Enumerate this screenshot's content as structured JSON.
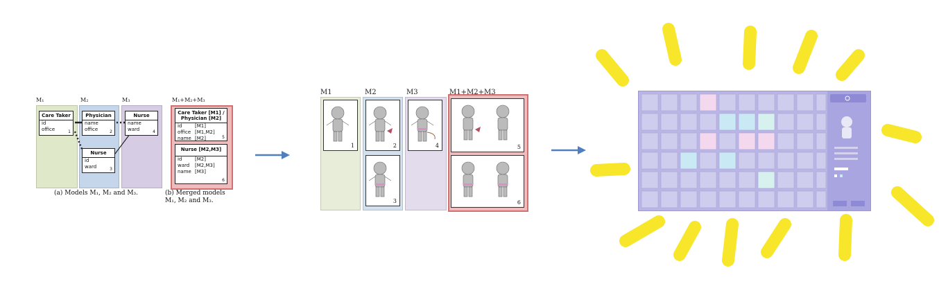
{
  "panel_a": {
    "headers": {
      "m1": "M₁",
      "m2": "M₂",
      "m3": "M₃",
      "merged": "M₁+M₂+M₃"
    },
    "classes": {
      "care_taker": {
        "title": "Care Taker",
        "rows": [
          "id",
          "office"
        ],
        "num": "1"
      },
      "physician": {
        "title": "Physician",
        "rows": [
          "name",
          "office"
        ],
        "num": "2"
      },
      "nurse_m2": {
        "title": "Nurse",
        "rows": [
          "id",
          "ward"
        ],
        "num": "3"
      },
      "nurse_m3": {
        "title": "Nurse",
        "rows": [
          "name",
          "ward"
        ],
        "num": "4"
      },
      "merged_1": {
        "title_line1": "Care Taker [M1] /",
        "title_line2": "Physician [M2]",
        "rows": [
          [
            "id",
            "[M1]"
          ],
          [
            "office",
            "[M1,M2]"
          ],
          [
            "name",
            "[M2]"
          ]
        ],
        "num": "5"
      },
      "merged_2": {
        "title": "Nurse [M2,M3]",
        "rows": [
          [
            "id",
            "[M2]"
          ],
          [
            "ward",
            "[M2,M3]"
          ],
          [
            "name",
            "[M3]"
          ]
        ],
        "num": "6"
      }
    },
    "caption_a": "(a) Models M₁, M₂ and M₃.",
    "caption_b_line1": "(b)  Merged  models",
    "caption_b_line2": "M₁, M₂ and M₃."
  },
  "panel_b": {
    "headers": {
      "m1": "M1",
      "m2": "M2",
      "m3": "M3",
      "merged": "M1+M2+M3"
    },
    "numbers": [
      "1",
      "2",
      "3",
      "4",
      "5",
      "6"
    ]
  },
  "colors": {
    "m1_bg": "#dfe8c9",
    "m2_bg": "#c6d6ea",
    "m3_bg": "#d6cde4",
    "merged_bg": "#eebcbc",
    "merged_border": "#d07070",
    "arrow": "#4f7fbf",
    "sun": "#f7e62a",
    "screen_bg": "#b9b6e6"
  }
}
